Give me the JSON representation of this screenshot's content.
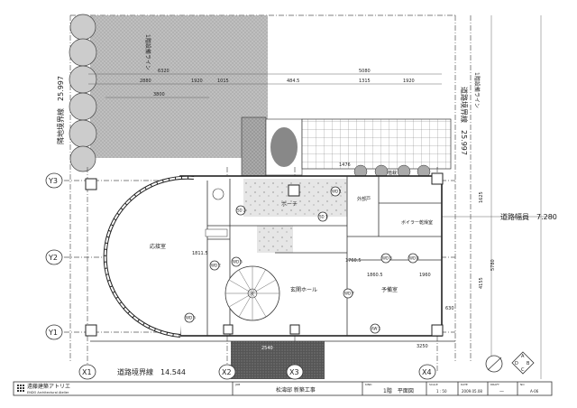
{
  "drawing": {
    "left_boundary": "隣地境界線　25.997",
    "right_boundary": "道路境界線　25.997",
    "setback_line_top": "1階設備ライン",
    "setback_line_right": "1階設備ライン",
    "road_boundary": "道路境界線　14.544",
    "road_width": "道路幅員　7.280",
    "grid_x": [
      "X1",
      "X2",
      "X3",
      "X4"
    ],
    "grid_y": [
      "Y3",
      "Y2",
      "Y1"
    ],
    "dimensions": [
      "6320",
      "2880",
      "1920",
      "1015",
      "3800",
      "5080",
      "1315",
      "1920",
      "484.5",
      "1476",
      "1625",
      "5780",
      "4155",
      "630",
      "1811.5",
      "1760.5",
      "1860.5",
      "1960",
      "2540",
      "3250"
    ],
    "rooms": {
      "porch": "ポーチ",
      "entrance_hall": "玄関ホール",
      "spare_room": "予備室",
      "reception_room": "応接室",
      "storage": "外部戸",
      "boiler_room": "ボイラー乾燥室",
      "planter": "植栽"
    },
    "doors": [
      "WD 1",
      "WD 2",
      "WD 3",
      "WD 4",
      "WD 5",
      "WD 6",
      "WD 7",
      "SD 1",
      "SD 2",
      "AW 1"
    ],
    "compass_labels": [
      "A",
      "B",
      "C",
      "D"
    ]
  },
  "title_block": {
    "firm_name": "遠藤建築アトリエ",
    "firm_subtitle": "ENDO Architectural Atelier",
    "job_label": "JOB",
    "job_value": "松濤邸 新築工事",
    "kind_label": "KIND",
    "kind_value": "1階　平面図",
    "scale_label": "SCALE",
    "scale_value": "1 : 50",
    "date_label": "DATE",
    "date_value": "2009.05.08",
    "draft_label": "DRAFT",
    "draft_value": "—",
    "no_label": "NO",
    "no_value": "A-06"
  }
}
